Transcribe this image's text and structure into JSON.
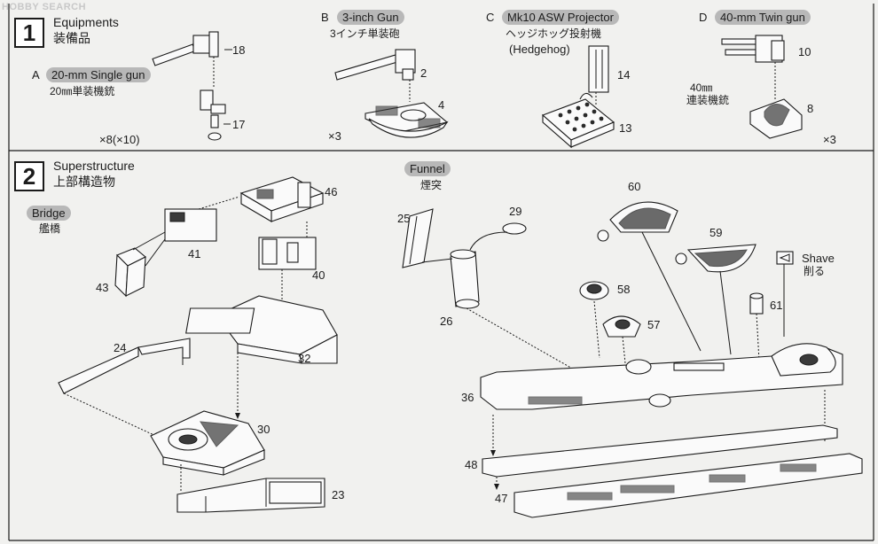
{
  "watermark": "HOBBY SEARCH",
  "steps": [
    {
      "number": "1",
      "title_en": "Equipments",
      "title_jp": "装備品"
    },
    {
      "number": "2",
      "title_en": "Superstructure",
      "title_jp": "上部構造物"
    }
  ],
  "equipment": {
    "a": {
      "letter": "A",
      "name_en": "20-mm Single gun",
      "name_jp": "20㎜単装機銃",
      "qty": "×8(×10)",
      "parts": [
        "18",
        "17"
      ]
    },
    "b": {
      "letter": "B",
      "name_en": "3-inch Gun",
      "name_jp": "3インチ単装砲",
      "qty": "×3",
      "parts": [
        "2",
        "4"
      ]
    },
    "c": {
      "letter": "C",
      "name_en": "Mk10 ASW Projector",
      "name_jp": "ヘッジホッグ投射機",
      "name_alt": "(Hedgehog)",
      "parts": [
        "14",
        "13"
      ]
    },
    "d": {
      "letter": "D",
      "name_en": "40-mm Twin gun",
      "name_jp_1": "40㎜",
      "name_jp_2": "連装機銃",
      "qty": "×3",
      "parts": [
        "10",
        "8"
      ]
    }
  },
  "superstructure": {
    "bridge": {
      "name_en": "Bridge",
      "name_jp": "艦橋",
      "parts": [
        "46",
        "41",
        "43",
        "40",
        "32",
        "24",
        "30",
        "23"
      ]
    },
    "funnel": {
      "name_en": "Funnel",
      "name_jp": "煙突",
      "parts": [
        "25",
        "29",
        "26"
      ]
    },
    "deck_parts": [
      "60",
      "59",
      "58",
      "57",
      "61",
      "36",
      "48",
      "47"
    ],
    "shave_note": {
      "en": "Shave",
      "jp": "削る"
    }
  }
}
